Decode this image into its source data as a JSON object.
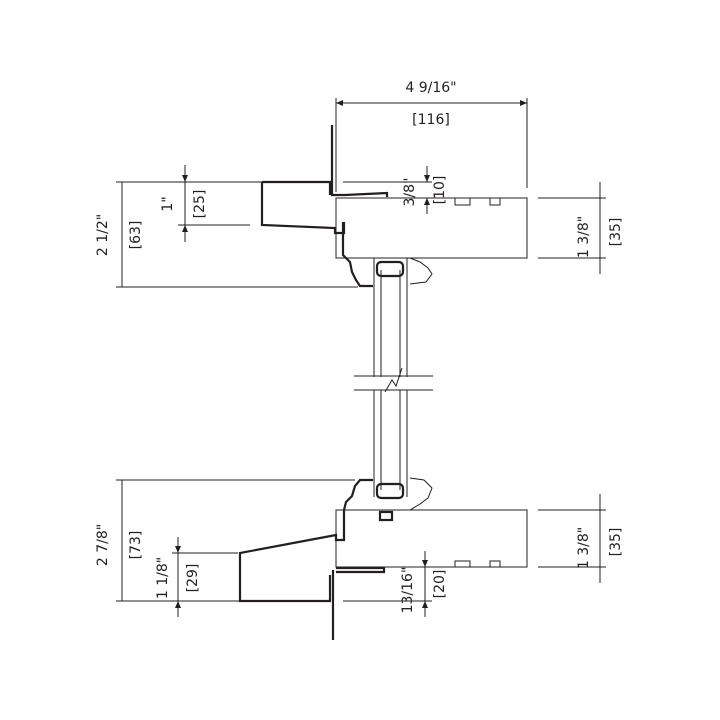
{
  "dimensions": {
    "overall_width": {
      "imperial": "4 9/16\"",
      "metric": "[116]"
    },
    "top_frame_height": {
      "imperial": "2 1/2\"",
      "metric": "[63]"
    },
    "top_flange": {
      "imperial": "1\"",
      "metric": "[25]"
    },
    "top_offset": {
      "imperial": "3/8\"",
      "metric": "[10]"
    },
    "top_sash": {
      "imperial": "1 3/8\"",
      "metric": "[35]"
    },
    "bottom_frame_height": {
      "imperial": "2 7/8\"",
      "metric": "[73]"
    },
    "bottom_flange": {
      "imperial": "1 1/8\"",
      "metric": "[29]"
    },
    "bottom_offset": {
      "imperial": "13/16\"",
      "metric": "[20]"
    },
    "bottom_sash": {
      "imperial": "1 3/8\"",
      "metric": "[35]"
    }
  },
  "colors": {
    "line": "#231f20",
    "background": "#ffffff"
  }
}
